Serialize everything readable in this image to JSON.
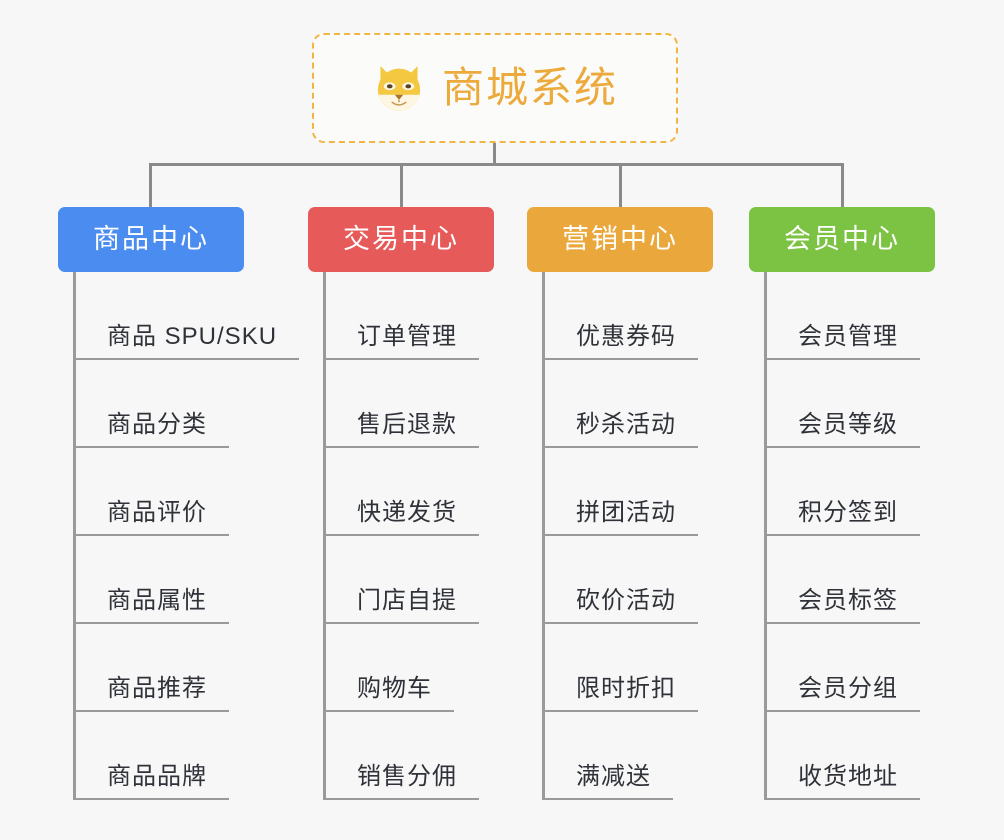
{
  "background_color": "#f7f7f7",
  "root": {
    "icon": "shiba-dog-face-icon",
    "title": "商城系统",
    "text_color": "#edaa3c",
    "border_color": "#f2b544"
  },
  "connector_color": "#8a8a8a",
  "categories": [
    {
      "label": "商品中心",
      "color": "#4a8cf0",
      "items": [
        {
          "label": "商品 SPU/SKU"
        },
        {
          "label": "商品分类"
        },
        {
          "label": "商品评价"
        },
        {
          "label": "商品属性"
        },
        {
          "label": "商品推荐"
        },
        {
          "label": "商品品牌"
        }
      ]
    },
    {
      "label": "交易中心",
      "color": "#e75a5a",
      "items": [
        {
          "label": "订单管理"
        },
        {
          "label": "售后退款"
        },
        {
          "label": "快递发货"
        },
        {
          "label": "门店自提"
        },
        {
          "label": "购物车"
        },
        {
          "label": "销售分佣"
        }
      ]
    },
    {
      "label": "营销中心",
      "color": "#eaa73c",
      "items": [
        {
          "label": "优惠券码"
        },
        {
          "label": "秒杀活动"
        },
        {
          "label": "拼团活动"
        },
        {
          "label": "砍价活动"
        },
        {
          "label": "限时折扣"
        },
        {
          "label": "满减送"
        }
      ]
    },
    {
      "label": "会员中心",
      "color": "#7cc243",
      "items": [
        {
          "label": "会员管理"
        },
        {
          "label": "会员等级"
        },
        {
          "label": "积分签到"
        },
        {
          "label": "会员标签"
        },
        {
          "label": "会员分组"
        },
        {
          "label": "收货地址"
        }
      ]
    }
  ]
}
